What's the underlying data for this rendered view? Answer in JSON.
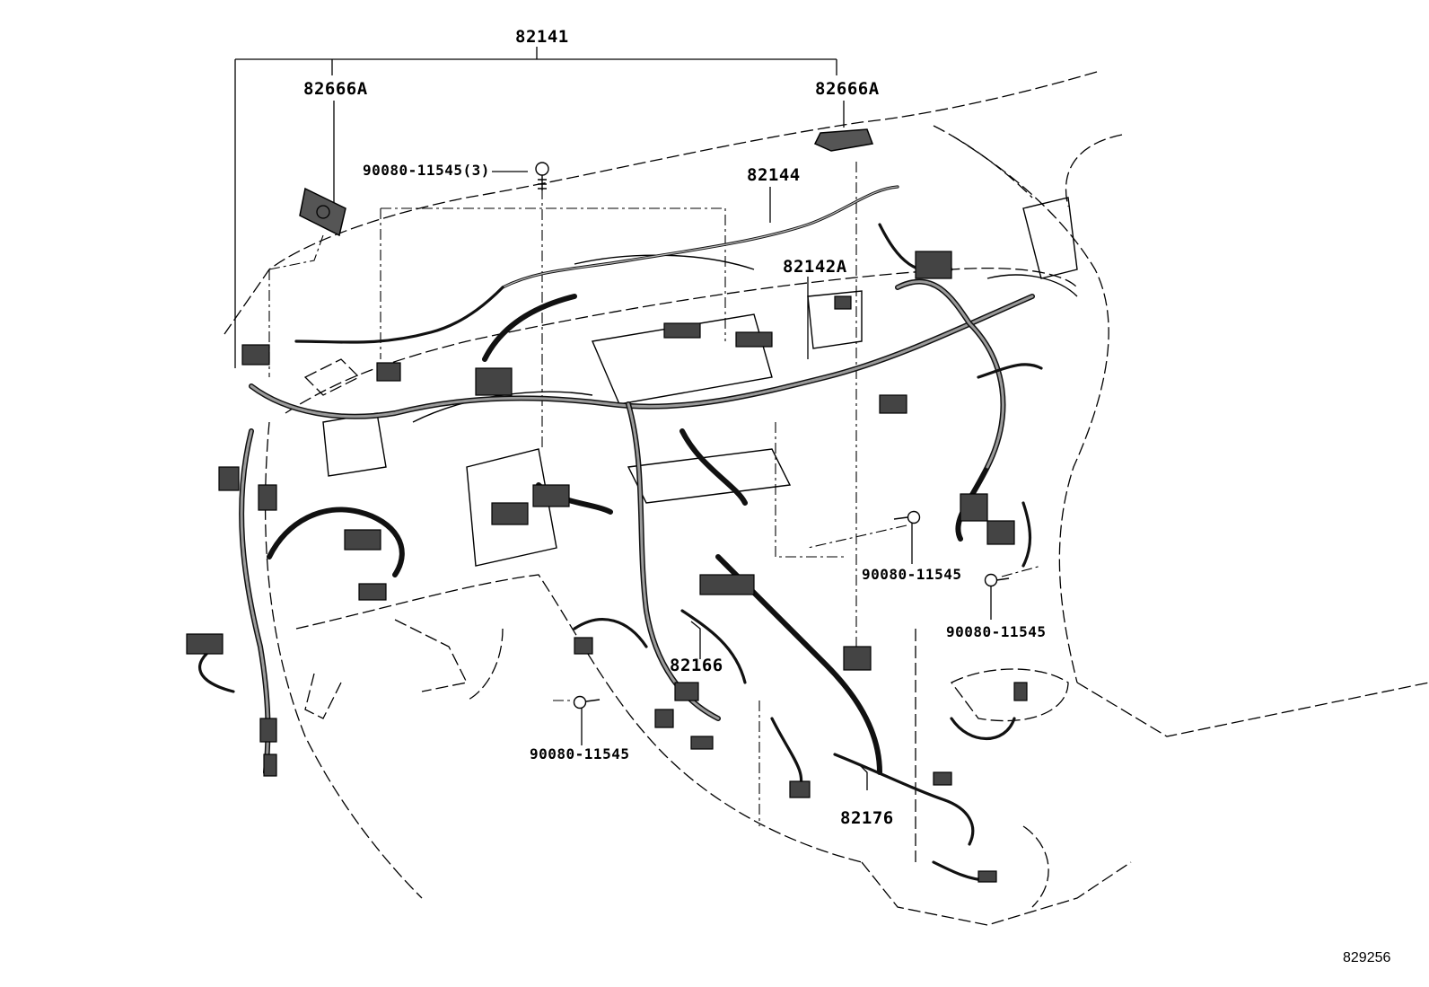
{
  "diagram": {
    "reference_id": "829256",
    "callouts": {
      "harness_main": "82141",
      "bracket_left": "82666A",
      "bracket_right": "82666A",
      "bolt_top": "90080-11545(3)",
      "wire_upper": "82144",
      "wire_center": "82142A",
      "bolt_right_1": "90080-11545",
      "bolt_right_2": "90080-11545",
      "wire_lower": "82166",
      "bolt_lower": "90080-11545",
      "wire_floor": "82176"
    }
  }
}
